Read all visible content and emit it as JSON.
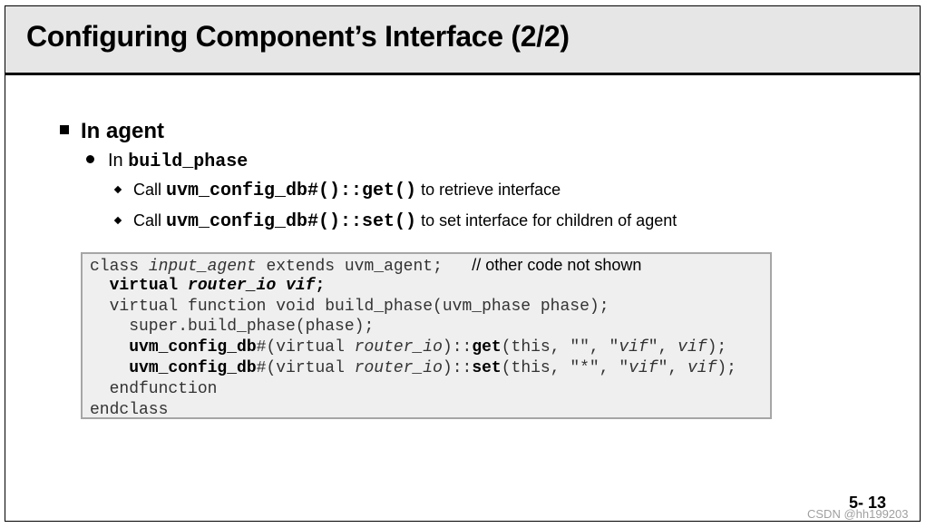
{
  "slide": {
    "title": "Configuring Component’s Interface (2/2)",
    "bullet1": "In agent",
    "bullet2_prefix": "In ",
    "bullet2_code": "build_phase",
    "sub_bullets": [
      {
        "prefix": "Call ",
        "code": "uvm_config_db#()::get()",
        "suffix": " to retrieve interface"
      },
      {
        "prefix": "Call ",
        "code": "uvm_config_db#()::set()",
        "suffix": " to set interface for children of agent"
      }
    ],
    "code": {
      "l1_a": "class ",
      "l1_b": "input_agent",
      "l1_c": " extends uvm_agent;   ",
      "l1_comment": "// other code not shown",
      "l2_a": "  ",
      "l2_b": "virtual",
      "l2_c": " ",
      "l2_d": "router_io vif",
      "l2_e": ";",
      "l3": "  virtual function void build_phase(uvm_phase phase);",
      "l4": "    super.build_phase(phase);",
      "l5_a": "    ",
      "l5_b": "uvm_config_db",
      "l5_c": "#(virtual ",
      "l5_d": "router_io",
      "l5_e": ")::",
      "l5_f": "get",
      "l5_g": "(this, \"\", \"",
      "l5_h": "vif",
      "l5_i": "\", ",
      "l5_j": "vif",
      "l5_k": ");",
      "l6_a": "    ",
      "l6_b": "uvm_config_db",
      "l6_c": "#(virtual ",
      "l6_d": "router_io",
      "l6_e": ")::",
      "l6_f": "set",
      "l6_g": "(this, \"*\", \"",
      "l6_h": "vif",
      "l6_i": "\", ",
      "l6_j": "vif",
      "l6_k": ");",
      "l7": "  endfunction",
      "l8": "endclass"
    },
    "page_number": "5- 13",
    "watermark": "CSDN @hh199203"
  }
}
